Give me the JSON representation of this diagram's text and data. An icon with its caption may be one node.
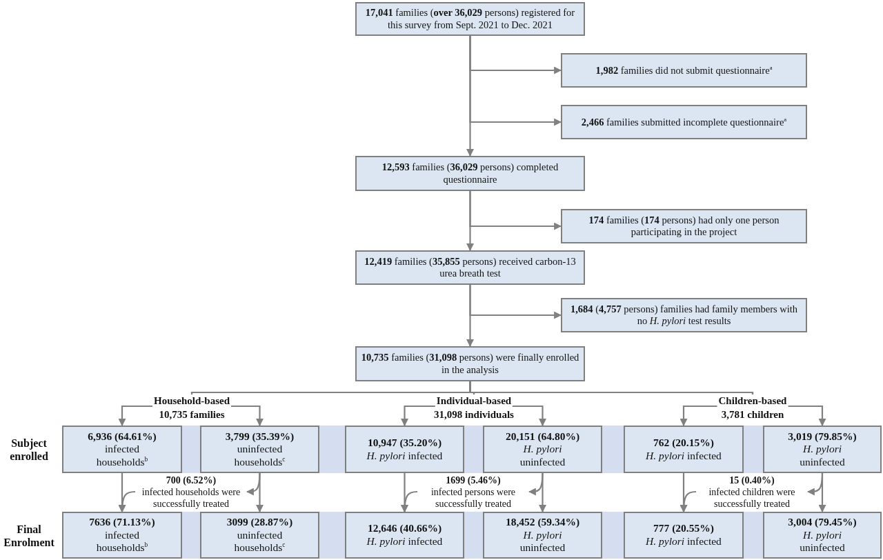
{
  "diagram": {
    "nodes": [
      {
        "text": [
          "**17,041** families (**over 36,029** persons) registered for this survey from Sept. 2021 to Dec. 2021"
        ]
      },
      {
        "text": [
          "**1,982** families did not submit questionnaire$^{a}$"
        ]
      },
      {
        "text": [
          "**2,466** families submitted incomplete questionnaire$^{a}$"
        ]
      },
      {
        "text": [
          "**12,593** families (**36,029** persons) completed questionnaire"
        ]
      },
      {
        "text": [
          "**174** families (**174** persons) had only one person participating in the project"
        ]
      },
      {
        "text": [
          "**12,419** families (**35,855** persons) received carbon-13 urea breath test"
        ]
      },
      {
        "text": [
          "**1,684** (**4,757** persons) families had family members with no *H. pylori* test results"
        ]
      },
      {
        "text": [
          "**10,735** families (**31,098** persons) were finally enrolled in the analysis"
        ]
      },
      {
        "text": [
          "6,936 (64.61%)",
          "infected households$^{b}$"
        ]
      },
      {
        "text": [
          "3,799 (35.39%)",
          "uninfected households$^{c}$"
        ]
      },
      {
        "text": [
          "10,947 (35.20%)",
          "*H. pylori* infected"
        ]
      },
      {
        "text": [
          "20,151 (64.80%)",
          "*H. pylori* uninfected"
        ]
      },
      {
        "text": [
          "762 (20.15%)",
          "*H. pylori* infected"
        ]
      },
      {
        "text": [
          "3,019 (79.85%)",
          "*H. pylori* uninfected"
        ]
      },
      {
        "text": [
          "7636 (71.13%)",
          "infected households$^{b}$"
        ]
      },
      {
        "text": [
          "3099 (28.87%)",
          "uninfected households$^{c}$"
        ]
      },
      {
        "text": [
          "12,646 (40.66%)",
          "*H. pylori* infected"
        ]
      },
      {
        "text": [
          "18,452 (59.34%)",
          "*H. pylori* uninfected"
        ]
      },
      {
        "text": [
          "777 (20.55%)",
          "*H. pylori* infected"
        ]
      },
      {
        "text": [
          "3,004 (79.45%)",
          "*H. pylori* uninfected"
        ]
      },
      {
        "text": [
          "700 (6.52%)",
          "infected households were successfully treated"
        ]
      },
      {
        "text": [
          "1699 (5.46%)",
          "infected persons were successfully treated"
        ]
      },
      {
        "text": [
          "15 (0.40%)",
          "infected children were successfully treated"
        ]
      }
    ],
    "edges": [
      {
        "from": 0,
        "to": 1,
        "arrow": "to"
      },
      {
        "from": 0,
        "to": 2,
        "arrow": "to"
      },
      {
        "from": 0,
        "to": 3,
        "arrow": "to"
      },
      {
        "from": 3,
        "to": 4,
        "arrow": "to"
      },
      {
        "from": 3,
        "to": 5,
        "arrow": "to"
      },
      {
        "from": 5,
        "to": 6,
        "arrow": "to"
      },
      {
        "from": 5,
        "to": 7,
        "arrow": "to"
      },
      {
        "from": 7,
        "to": 8,
        "arrow": "to"
      },
      {
        "from": 7,
        "to": 9,
        "arrow": "to"
      },
      {
        "from": 7,
        "to": 10,
        "arrow": "to"
      },
      {
        "from": 7,
        "to": 11,
        "arrow": "to"
      },
      {
        "from": 7,
        "to": 12,
        "arrow": "to"
      },
      {
        "from": 7,
        "to": 13,
        "arrow": "to"
      },
      {
        "from": 8,
        "to": 14,
        "arrow": "to"
      },
      {
        "from": 9,
        "to": 15,
        "arrow": "to"
      },
      {
        "from": 9,
        "to": 20,
        "arrow": "to"
      },
      {
        "from": 20,
        "to": 14,
        "arrow": "to"
      },
      {
        "from": 10,
        "to": 16,
        "arrow": "to"
      },
      {
        "from": 11,
        "to": 17,
        "arrow": "to"
      },
      {
        "from": 11,
        "to": 21,
        "arrow": "to"
      },
      {
        "from": 21,
        "to": 16,
        "arrow": "to"
      },
      {
        "from": 12,
        "to": 18,
        "arrow": "to"
      },
      {
        "from": 13,
        "to": 19,
        "arrow": "to"
      },
      {
        "from": 13,
        "to": 22,
        "arrow": "to"
      },
      {
        "from": 22,
        "to": 18,
        "arrow": "to"
      }
    ],
    "labels": [
      "Household-based",
      "10,735 families",
      "Individual-based",
      "31,098 individuals",
      "Children-based",
      "3,781 children",
      "Subject enrolled",
      "Final Enrolment"
    ]
  }
}
